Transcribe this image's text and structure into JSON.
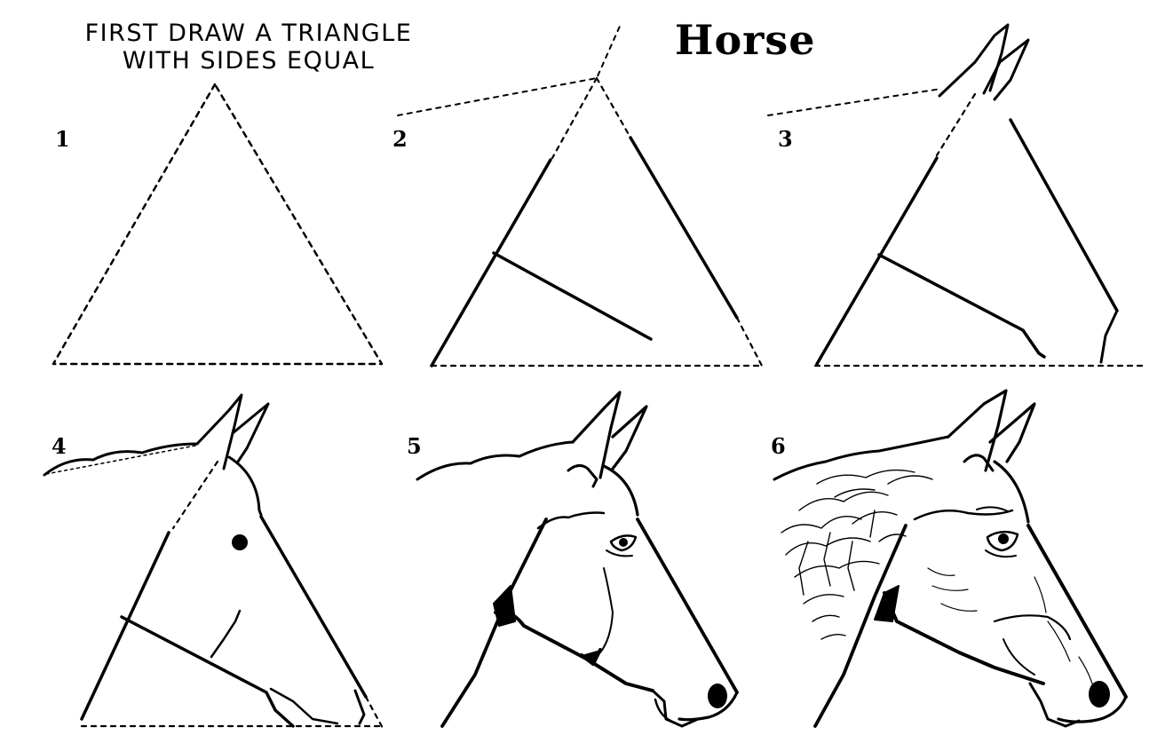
{
  "instruction": {
    "line1": "FIRST DRAW A TRIANGLE",
    "line2": "WITH SIDES EQUAL"
  },
  "title": "Horse",
  "steps": [
    {
      "number": "1"
    },
    {
      "number": "2"
    },
    {
      "number": "3"
    },
    {
      "number": "4"
    },
    {
      "number": "5"
    },
    {
      "number": "6"
    }
  ],
  "colors": {
    "ink": "#000000",
    "paper": "#ffffff"
  }
}
